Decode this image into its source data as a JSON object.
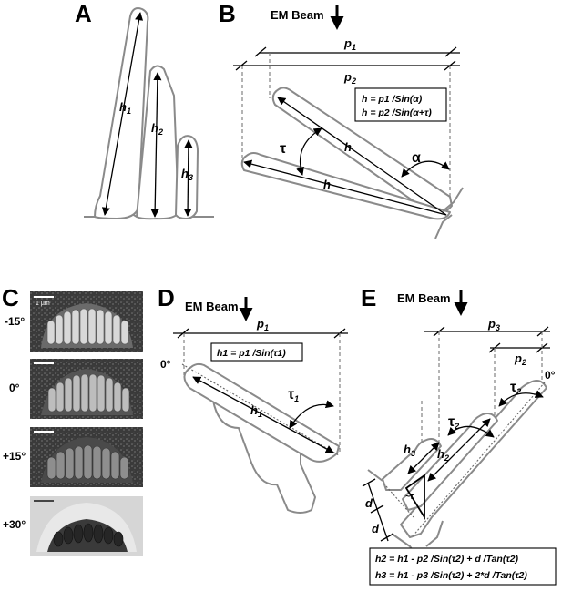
{
  "panels": {
    "A": {
      "letter": "A",
      "labels": {
        "h1": "h",
        "h1_sub": "1",
        "h2": "h",
        "h2_sub": "2",
        "h3": "h",
        "h3_sub": "3"
      }
    },
    "B": {
      "letter": "B",
      "beam_label": "EM Beam",
      "p1": "p",
      "p1_sub": "1",
      "p2": "p",
      "p2_sub": "2",
      "h_label": "h",
      "tau": "τ",
      "alpha": "α",
      "equations": [
        "h = p1 /Sin(α)",
        "h = p2 /Sin(α+τ)"
      ]
    },
    "C": {
      "letter": "C",
      "scale_label": "1 µm",
      "tilts": [
        "-15°",
        "0°",
        "+15°",
        "+30°"
      ]
    },
    "D": {
      "letter": "D",
      "beam_label": "EM Beam",
      "p1": "p",
      "p1_sub": "1",
      "zero": "0°",
      "tau": "τ",
      "tau_sub": "1",
      "h1": "h",
      "h1_sub": "1",
      "equation": "h1 = p1 /Sin(τ1)"
    },
    "E": {
      "letter": "E",
      "beam_label": "EM Beam",
      "p3": "p",
      "p3_sub": "3",
      "p2": "p",
      "p2_sub": "2",
      "tau": "τ",
      "tau_sub": "2",
      "zero": "0°",
      "h3": "h",
      "h3_sub": "3",
      "h2": "h",
      "h2_sub": "2",
      "d": "d",
      "small_tau": "~τ",
      "equations": [
        "h2 = h1 - p2 /Sin(τ2) + d /Tan(τ2)",
        "h3 = h1 - p3 /Sin(τ2) + 2*d /Tan(τ2)"
      ]
    }
  },
  "colors": {
    "outline": "#8a8a8a",
    "ink": "#000000",
    "sem_dark": "#2b2b2b",
    "sem_light": "#d9d9d9"
  }
}
